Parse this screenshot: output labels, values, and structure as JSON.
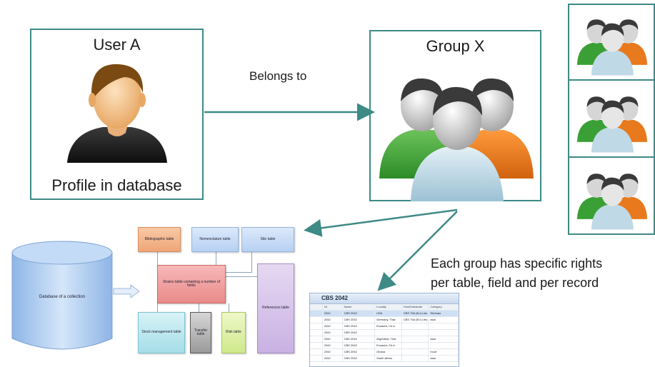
{
  "user_box": {
    "title": "User A",
    "caption": "Profile in database"
  },
  "relation_label": "Belongs to",
  "group_box": {
    "title": "Group X"
  },
  "rights_text": {
    "line1": "Each group has specific rights",
    "line2": "per table, field and per record"
  },
  "database_label": "Database of a collection",
  "schema": {
    "bibliographic": "Bibliographic table",
    "nomenclature": "Nomenclature table",
    "site": "Site table",
    "main": "Strains table containing a number of fields",
    "stock": "Stock management table",
    "history": "Transfer table",
    "risk": "Risk table",
    "references": "References table"
  },
  "record_table": {
    "title": "CBS 2042",
    "headers": [
      "Nr",
      "Name",
      "Locality",
      "Host/Substrate",
      "Category"
    ],
    "rows": [
      [
        "2042",
        "CBS 2042",
        "USA",
        "CBS 75A (B.d.) etc.",
        "Shrimps"
      ],
      [
        "2042",
        "CBS 2042",
        "Germany, Thar.",
        "CBS 75A (B.d.) etc.",
        "asai"
      ],
      [
        "2042",
        "CBS 2042",
        "Ecuador, Cb.d.",
        "",
        ""
      ],
      [
        "2042",
        "CBS 2042",
        "",
        "",
        ""
      ],
      [
        "2042",
        "CBS 2042",
        "Argentina, Thar.",
        "",
        "asai"
      ],
      [
        "2042",
        "CBS 2042",
        "Ecuador, Cb.d.",
        "",
        ""
      ],
      [
        "2042",
        "CBS 2042",
        "Ghana",
        "",
        "Incuf"
      ],
      [
        "2042",
        "CBS 2042",
        "South Africa",
        "",
        "asai"
      ]
    ]
  },
  "colors": {
    "accent": "#3d8a86",
    "arrow": "#3d8a86",
    "skin": "#f3c596",
    "hair": "#7a4a12",
    "shirt_black": "#1c1c1c",
    "person_green": "#3aa035",
    "person_blue": "#bfd9e6",
    "person_orange": "#e8791c",
    "person_head": "#d9d9d9",
    "person_hair": "#3a3a3a",
    "database": "#a6c8ef"
  },
  "icons": [
    "user-icon",
    "group-icon",
    "database-icon",
    "arrow-right-icon"
  ]
}
